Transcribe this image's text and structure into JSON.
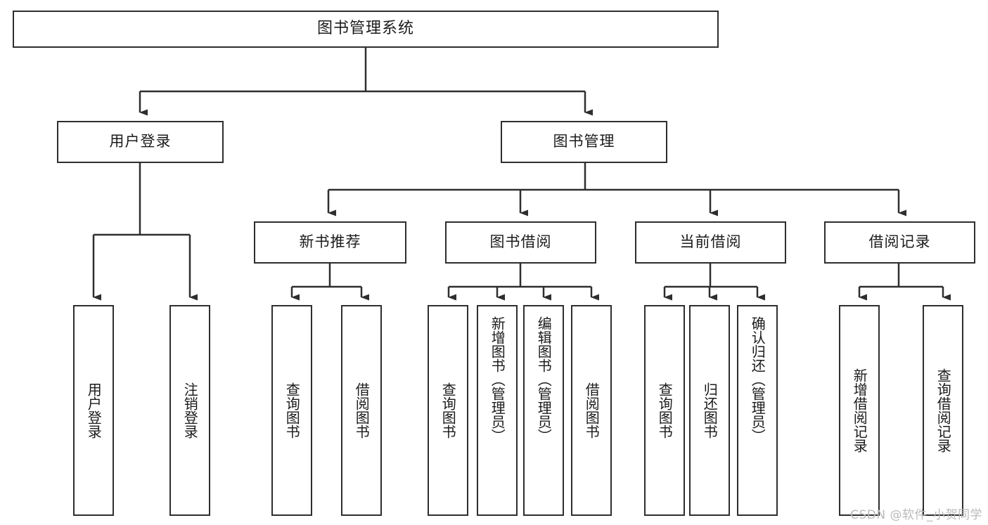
{
  "diagram": {
    "title": "图书管理系统",
    "type": "tree-hierarchy-diagram",
    "root": {
      "label": "图书管理系统"
    },
    "level2": [
      {
        "label": "用户登录"
      },
      {
        "label": "图书管理"
      }
    ],
    "level3": [
      {
        "label": "新书推荐"
      },
      {
        "label": "图书借阅"
      },
      {
        "label": "当前借阅"
      },
      {
        "label": "借阅记录"
      }
    ],
    "leaves": {
      "user_login": [
        {
          "label": "用户登录"
        },
        {
          "label": "注销登录"
        }
      ],
      "new_book_recommend": [
        {
          "label": "查询图书"
        },
        {
          "label": "借阅图书"
        }
      ],
      "book_borrow": [
        {
          "label": "查询图书"
        },
        {
          "label": "新增图书（管理员）"
        },
        {
          "label": "编辑图书（管理员）"
        },
        {
          "label": "借阅图书"
        }
      ],
      "current_borrow": [
        {
          "label": "查询图书"
        },
        {
          "label": "归还图书"
        },
        {
          "label": "确认归还（管理员）"
        }
      ],
      "borrow_record": [
        {
          "label": "新增借阅记录"
        },
        {
          "label": "查询借阅记录"
        }
      ]
    }
  },
  "watermark": {
    "text": "CSDN @软件_小贺同学"
  },
  "colors": {
    "stroke": "#2e2e2e",
    "background": "#ffffff",
    "text": "#1b1b1b",
    "watermark": "#b9b9b9"
  }
}
